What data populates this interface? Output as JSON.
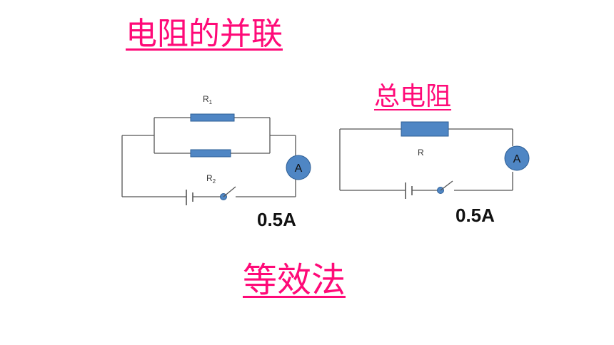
{
  "title": "电阻的并联",
  "total_resistance_label": "总电阻",
  "method_label": "等效法",
  "left_circuit": {
    "r1_label": "R",
    "r1_sub": "1",
    "r2_label": "R",
    "r2_sub": "2",
    "ammeter_label": "A",
    "current": "0.5A"
  },
  "right_circuit": {
    "r_label": "R",
    "ammeter_label": "A",
    "current": "0.5A"
  },
  "colors": {
    "title": "#ff0a78",
    "component_fill": "#4f86c4"
  }
}
